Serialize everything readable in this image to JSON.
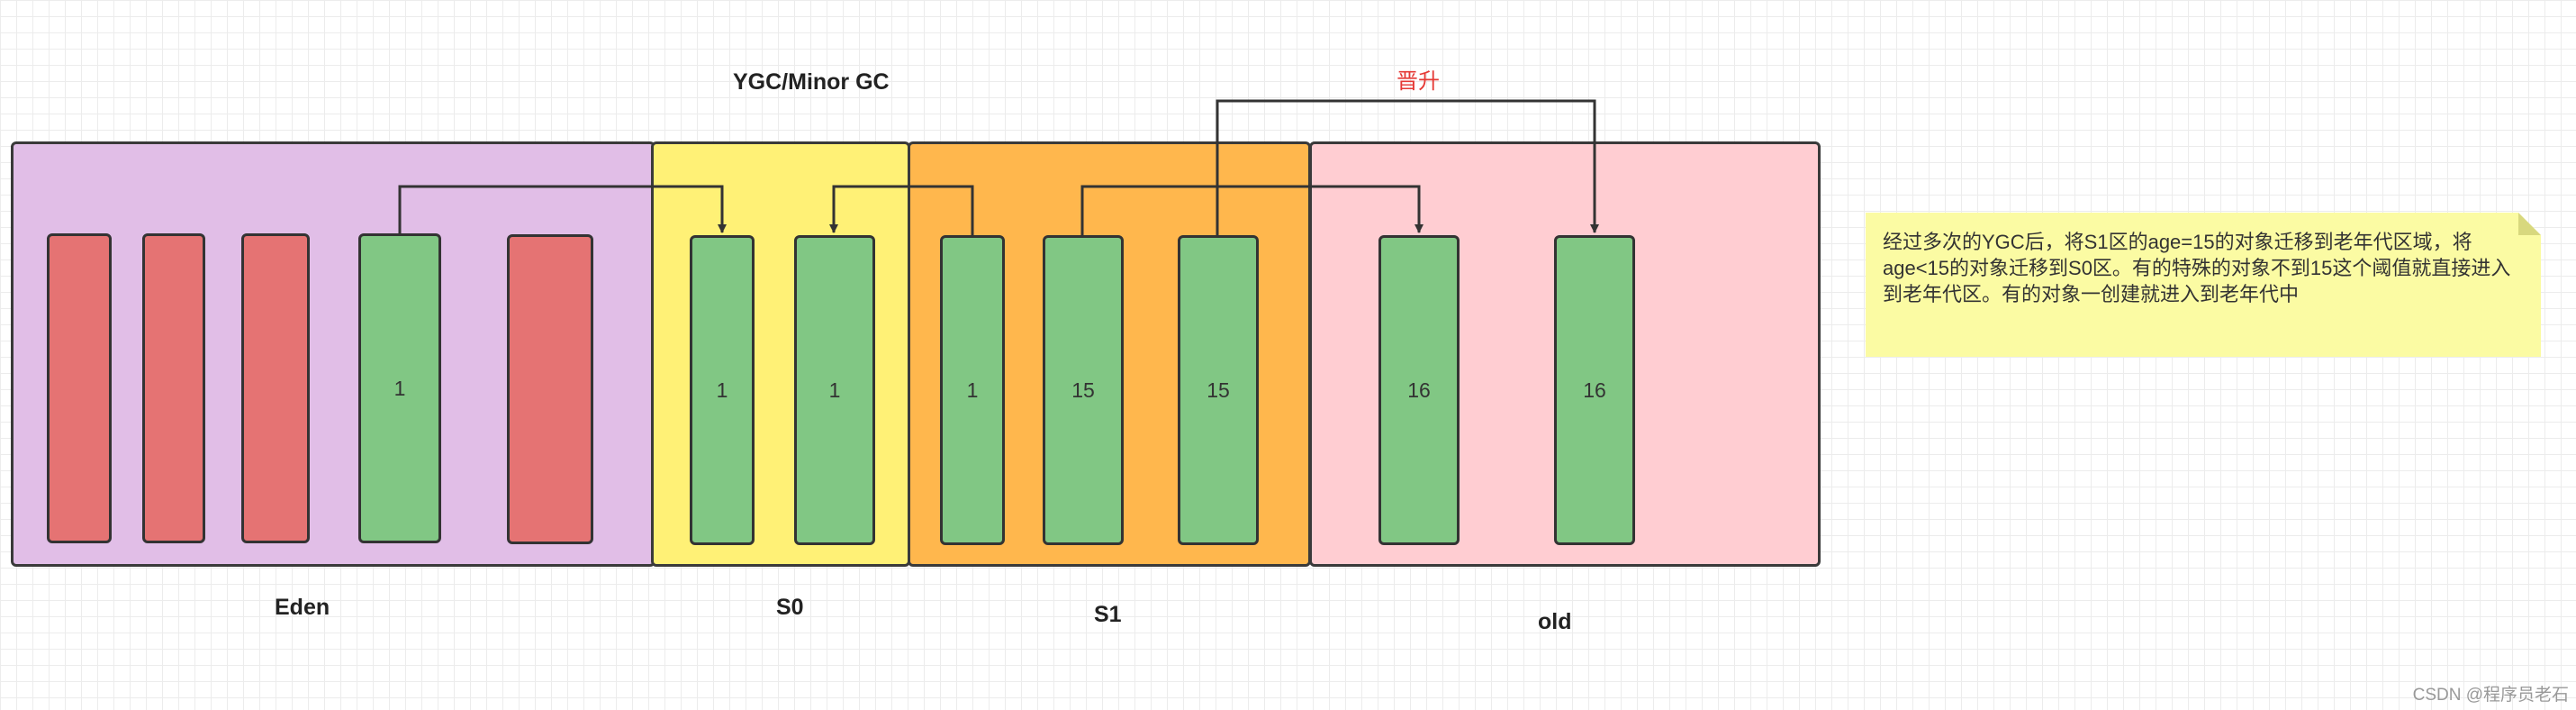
{
  "diagram": {
    "title": "YGC/Minor GC",
    "promotion_label": "晋升",
    "regions": {
      "eden": "Eden",
      "s0": "S0",
      "s1": "S1",
      "old": "old"
    },
    "blocks": {
      "eden": [
        "",
        "",
        "",
        "1",
        ""
      ],
      "s0": [
        "1",
        "1"
      ],
      "s1": [
        "1",
        "15",
        "15"
      ],
      "old": [
        "16",
        "16"
      ]
    },
    "note": "经过多次的YGC后，将S1区的age=15的对象迁移到老年代区域，将age<15的对象迁移到S0区。有的特殊的对象不到15这个阈值就直接进入到老年代区。有的对象一创建就进入到老年代中",
    "watermark": "CSDN @程序员老石"
  },
  "colors": {
    "eden": "#e1bee7",
    "s0": "#fff176",
    "s1": "#ffb74d",
    "old": "#ffcdd2",
    "garbage_object": "#e57373",
    "live_object": "#81c784",
    "note": "#fbfba3",
    "promotion_label": "#e53935"
  }
}
